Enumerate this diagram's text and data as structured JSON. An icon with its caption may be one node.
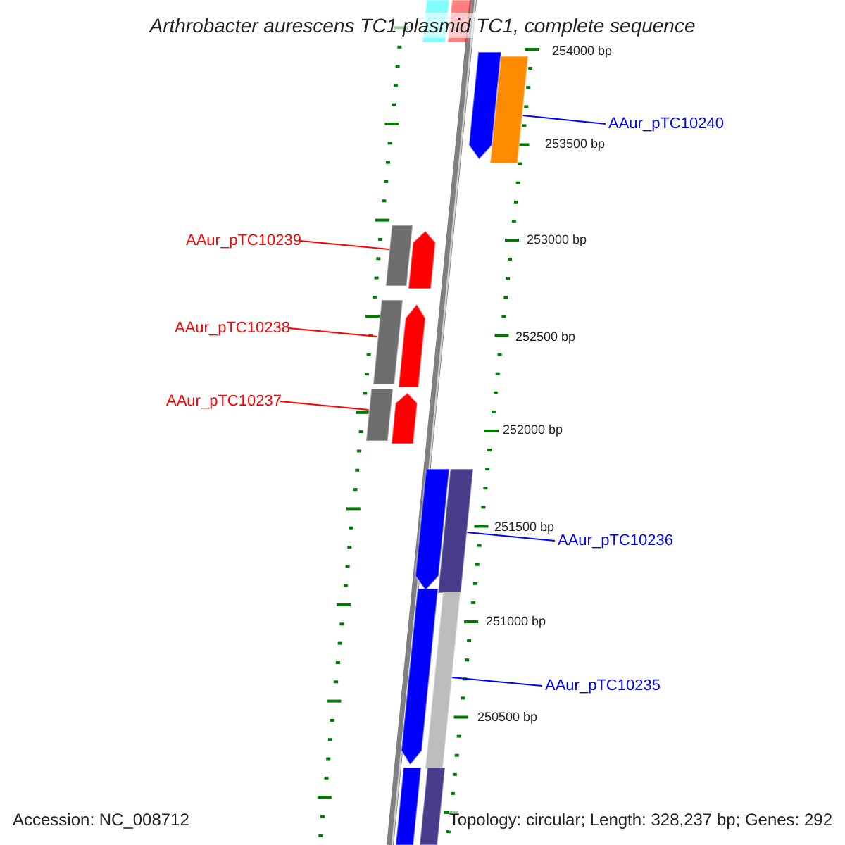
{
  "diagram": {
    "title": "Arthrobacter aurescens TC1 plasmid TC1, complete sequence",
    "nodes": [
      {
        "text": [],
        "shape": "bar"
      },
      {
        "text": [],
        "shape": "bar"
      },
      {
        "text": [],
        "shape": "arrow"
      },
      {
        "text": [],
        "shape": "bar"
      },
      {
        "text": [
          "AAur_pTC10240"
        ]
      },
      {
        "text": [
          "AAur_pTC10239"
        ]
      },
      {
        "text": [],
        "shape": "bar"
      },
      {
        "text": [],
        "shape": "arrow"
      },
      {
        "text": [
          "AAur_pTC10238"
        ]
      },
      {
        "text": [],
        "shape": "bar"
      },
      {
        "text": [],
        "shape": "arrow"
      },
      {
        "text": [
          "AAur_pTC10237"
        ]
      },
      {
        "text": [],
        "shape": "bar"
      },
      {
        "text": [],
        "shape": "arrow"
      },
      {
        "text": [],
        "shape": "arrow"
      },
      {
        "text": [],
        "shape": "bar"
      },
      {
        "text": [
          "AAur_pTC10236"
        ]
      },
      {
        "text": [],
        "shape": "arrow"
      },
      {
        "text": [],
        "shape": "bar"
      },
      {
        "text": [
          "AAur_pTC10235"
        ]
      },
      {
        "text": [],
        "shape": "bar"
      },
      {
        "text": [],
        "shape": "bar"
      }
    ],
    "edges": [
      {
        "from": 4,
        "to": 3,
        "arrow": "none"
      },
      {
        "from": 5,
        "to": 6,
        "arrow": "none",
        "color": "#ff0000"
      },
      {
        "from": 8,
        "to": 9,
        "arrow": "none",
        "color": "#ff0000"
      },
      {
        "from": 11,
        "to": 12,
        "arrow": "none",
        "color": "#ff0000"
      },
      {
        "from": 16,
        "to": 15,
        "arrow": "none"
      },
      {
        "from": 19,
        "to": 18,
        "arrow": "none"
      }
    ],
    "labels": [
      "254000 bp",
      "253500 bp",
      "253000 bp",
      "252500 bp",
      "252000 bp",
      "251500 bp",
      "251000 bp",
      "250500 bp",
      "Accession: NC_008712",
      "Topology: circular; Length: 328,237 bp; Genes: 292"
    ]
  }
}
